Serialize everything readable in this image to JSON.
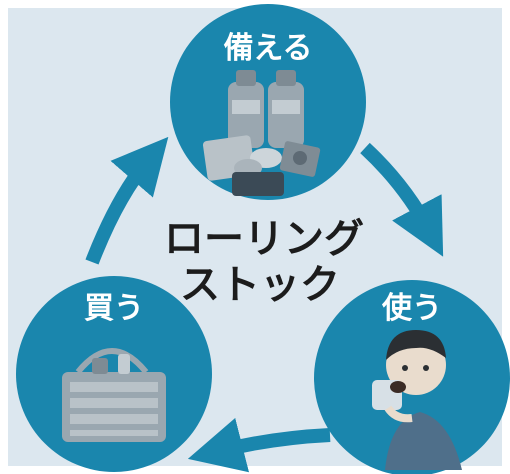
{
  "diagram": {
    "title_lines": [
      "ローリング",
      "ストック"
    ],
    "nodes": [
      {
        "id": "prepare",
        "label": "備える",
        "icon": "water-bottles-and-canned-food-icon"
      },
      {
        "id": "use",
        "label": "使う",
        "icon": "person-drinking-water-icon"
      },
      {
        "id": "buy",
        "label": "買う",
        "icon": "shopping-basket-icon"
      }
    ],
    "cycle": [
      "prepare",
      "use",
      "buy"
    ],
    "colors": {
      "background": "#dce7ef",
      "circle": "#1a86ad",
      "arrow": "#1a86ad",
      "label": "#ffffff",
      "center_text": "#1c1c1c"
    }
  }
}
